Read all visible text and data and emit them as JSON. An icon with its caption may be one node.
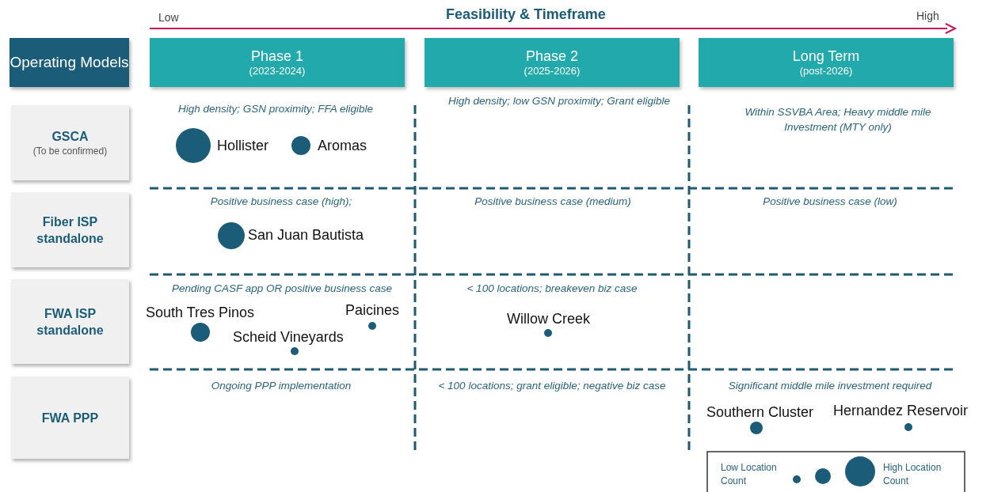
{
  "diagram": {
    "title": "Feasibility & Timeframe",
    "nodes": [
      {
        "text": [
          "Operating Models"
        ]
      },
      {
        "text": [
          "Phase 1",
          "(2023-2024)"
        ]
      },
      {
        "text": [
          "Phase 2",
          "(2025-2026)"
        ]
      },
      {
        "text": [
          "Long Term",
          "(post-2026)"
        ]
      },
      {
        "text": [
          "GSCA",
          "(To be confirmed)"
        ]
      },
      {
        "text": [
          "Fiber ISP standalone"
        ]
      },
      {
        "text": [
          "FWA ISP standalone"
        ]
      },
      {
        "text": [
          "FWA PPP"
        ]
      }
    ],
    "labels": [
      "Low",
      "High",
      "High density; GSN proximity; FFA eligible",
      "High density; low GSN proximity; Grant eligible",
      "Within SSVBA Area; Heavy middle mile Investment (MTY only)",
      "Hollister",
      "Aromas",
      "Positive business case (high);",
      "Positive business case (medium)",
      "Positive business case (low)",
      "San Juan Bautista",
      "Pending CASF app OR positive business case",
      "< 100 locations; breakeven biz case",
      "South Tres Pinos",
      "Paicines",
      "Willow Creek",
      "Scheid Vineyards",
      "Ongoing PPP implementation",
      "< 100 locations; grant eligible; negative biz case",
      "Significant middle mile investment required",
      "Southern Cluster",
      "Hernandez Reservoir"
    ],
    "legend": [
      {
        "text": "Low Location Count"
      },
      {
        "text": "High Location Count"
      }
    ]
  }
}
